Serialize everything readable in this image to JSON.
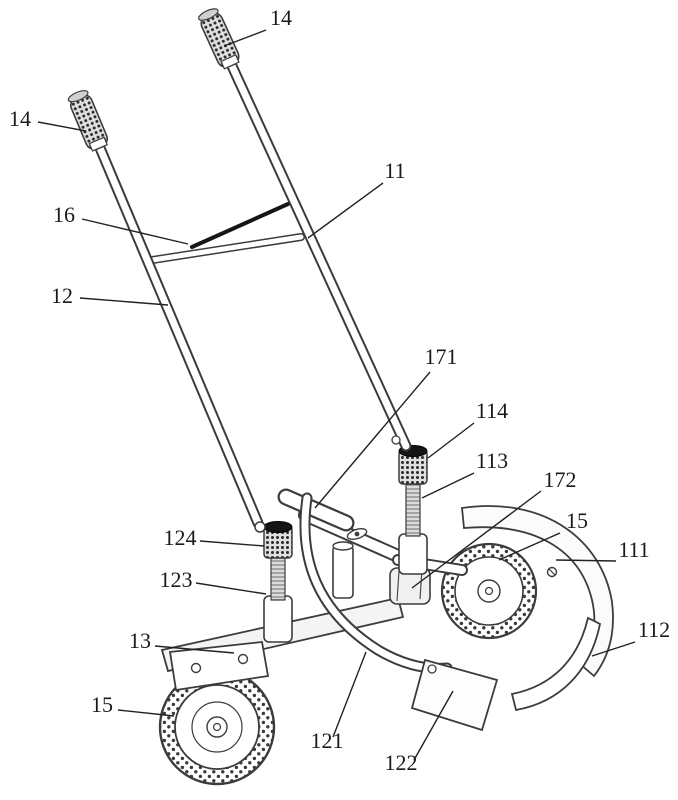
{
  "figure": {
    "kind": "patent-line-drawing",
    "description": "Hand-pushed wheeled trimming machine with two handles, adjustment knobs, wheels and curved guard blades",
    "colors": {
      "background": "#ffffff",
      "line": "#3c3c3c",
      "dark_fill": "#141414",
      "light_fill": "#f4f4f4"
    }
  },
  "labels": {
    "n14_top": "14",
    "n14_left": "14",
    "n16": "16",
    "n12": "12",
    "n11": "11",
    "n171": "171",
    "n114": "114",
    "n113": "113",
    "n172": "172",
    "n15_right": "15",
    "n111": "111",
    "n112": "112",
    "n124": "124",
    "n123": "123",
    "n13": "13",
    "n15_left": "15",
    "n121": "121",
    "n122": "122"
  }
}
